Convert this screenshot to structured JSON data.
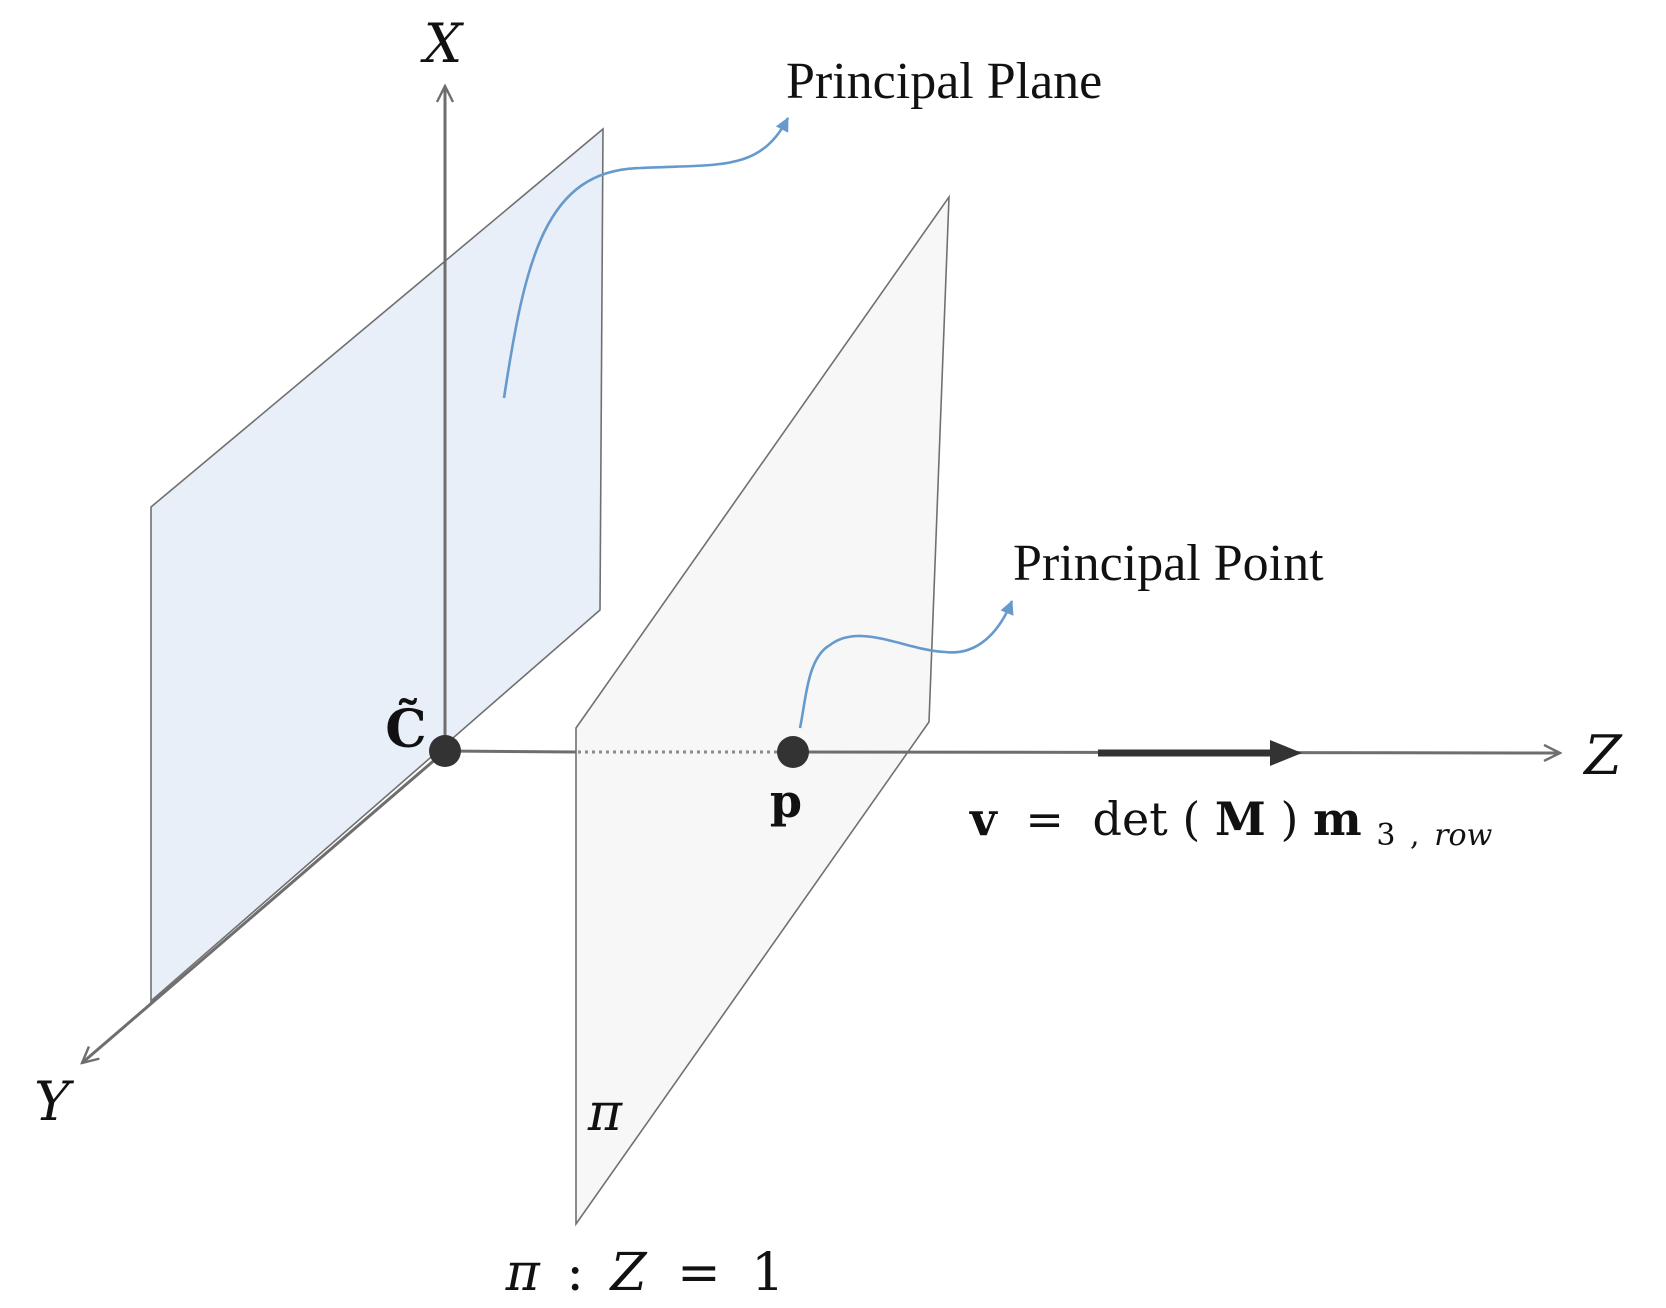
{
  "axes": {
    "x_label": "X",
    "y_label": "Y",
    "z_label": "Z"
  },
  "points": {
    "camera_center_label": "C̃",
    "principal_point_label": "p"
  },
  "annotations": {
    "principal_plane": "Principal Plane",
    "principal_point": "Principal Point"
  },
  "image_plane": {
    "symbol": "π",
    "equation": {
      "lhs": "π",
      "colon": ":",
      "var": "Z",
      "eq": "=",
      "value": "1"
    }
  },
  "principal_axis_vector": {
    "v": "v",
    "eq": "=",
    "det": "det",
    "paren_open": "(",
    "M": "M",
    "paren_close": ")",
    "m": "m",
    "subscript_num": "3",
    "subscript_comma": ",",
    "subscript_row": "row"
  },
  "colors": {
    "axis": "#6e6e6e",
    "principal_plane_fill": "#e9eff8",
    "image_plane_fill": "#f6f6f6",
    "plane_edge": "#707070",
    "callout": "#6699cc",
    "point": "#333333",
    "vector": "#333333"
  }
}
